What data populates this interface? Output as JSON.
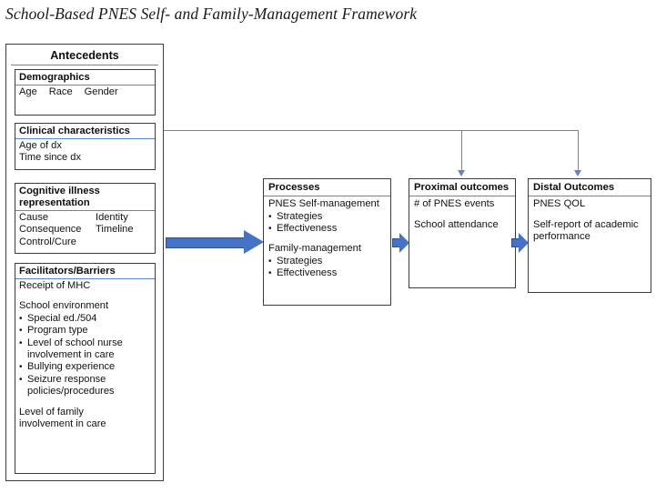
{
  "figure": {
    "title": "School-Based PNES Self- and Family-Management Framework"
  },
  "antecedents": {
    "title": "Antecedents",
    "sections": [
      {
        "id": "demographics",
        "heading": "Demographics",
        "items": [
          "Age",
          "Race",
          "Gender"
        ]
      },
      {
        "id": "clinical",
        "heading": "Clinical characteristics",
        "lines": [
          "Age of dx",
          "Time since dx"
        ]
      },
      {
        "id": "cognitive",
        "heading_line1": "Cognitive illness",
        "heading_line2": "representation",
        "rows": [
          {
            "left": "Cause",
            "right": "Identity"
          },
          {
            "left": "Consequence",
            "right": "Timeline"
          },
          {
            "left": "Control/Cure",
            "right": ""
          }
        ]
      },
      {
        "id": "facilitators",
        "heading": "Facilitators/Barriers",
        "lead": "Receipt of MHC",
        "group_label": "School environment",
        "bullets": [
          {
            "text": "Special ed./504",
            "cont": ""
          },
          {
            "text": "Program type",
            "cont": ""
          },
          {
            "text": "Level of school nurse",
            "cont": "involvement in care"
          },
          {
            "text": "Bullying experience",
            "cont": ""
          },
          {
            "text": "Seizure response",
            "cont": "policies/procedures"
          }
        ],
        "tail_line1": "Level of family",
        "tail_line2": "involvement in care"
      }
    ]
  },
  "processes": {
    "heading": "Processes",
    "group1_label": "PNES Self-management",
    "group1_bullets": [
      "Strategies",
      "Effectiveness"
    ],
    "group2_label": "Family-management",
    "group2_bullets": [
      "Strategies",
      "Effectiveness"
    ]
  },
  "proximal": {
    "heading": "Proximal outcomes",
    "lines": [
      "# of PNES events",
      "School attendance"
    ]
  },
  "distal": {
    "heading": "Distal Outcomes",
    "lines": [
      "PNES QOL"
    ],
    "wrapped_line1": "Self-report of academic",
    "wrapped_line2": "performance"
  },
  "connectors": {
    "big_arrow_label": "antecedents-to-processes",
    "arrow_color": "#4472C4",
    "line_color": "#5B86C9"
  }
}
